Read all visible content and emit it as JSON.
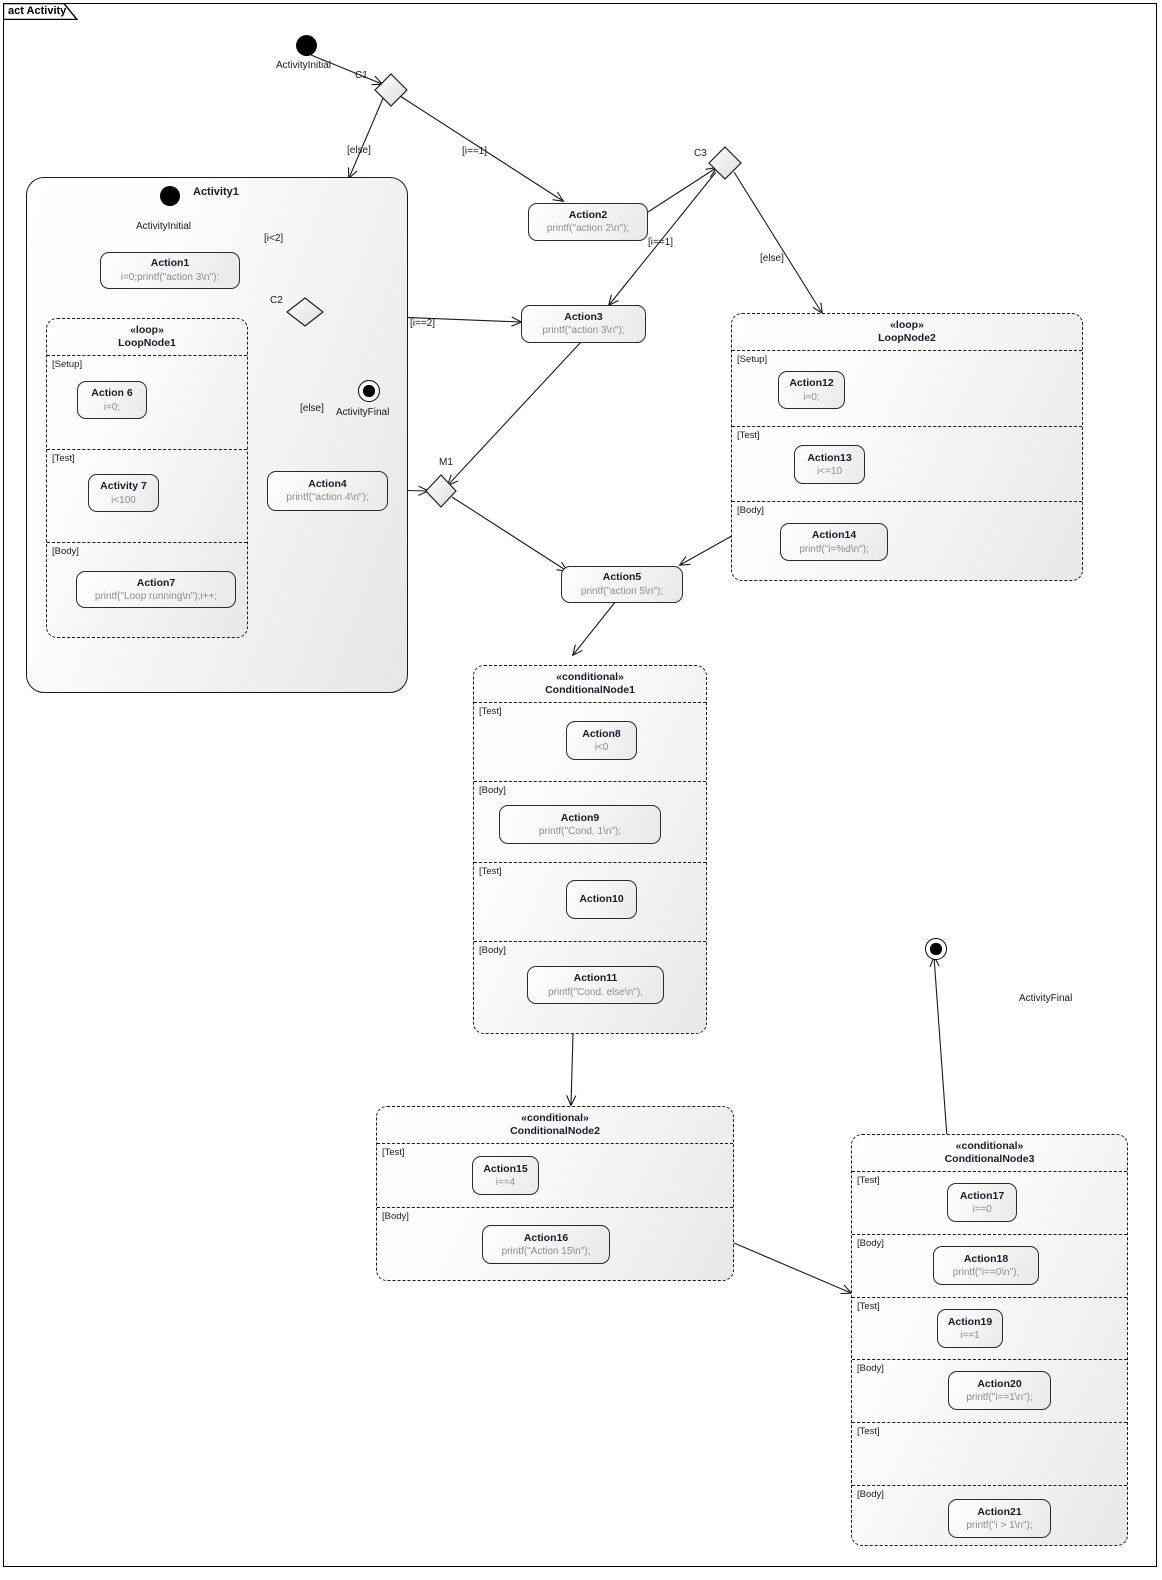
{
  "frame": {
    "title": "act Activity"
  },
  "diagram": {
    "type": "uml-activity-diagram",
    "containers": {
      "activity1": {
        "label": "Activity1"
      }
    },
    "initial_nodes": [
      {
        "id": "init-top",
        "label": "ActivityInitial"
      },
      {
        "id": "init-act1",
        "label": "ActivityInitial"
      }
    ],
    "final_nodes": [
      {
        "id": "final-act1",
        "label": "ActivityFinal"
      },
      {
        "id": "final-right",
        "label": "ActivityFinal"
      }
    ],
    "decisions": [
      {
        "id": "C1",
        "label": "C1"
      },
      {
        "id": "C2",
        "label": "C2"
      },
      {
        "id": "C3",
        "label": "C3"
      },
      {
        "id": "M1",
        "label": "M1"
      }
    ],
    "actions": [
      {
        "id": "Action1",
        "name": "Action1",
        "body": "i=0;printf(\"action 3\\n\");"
      },
      {
        "id": "Action2",
        "name": "Action2",
        "body": "printf(\"action 2\\n\");"
      },
      {
        "id": "Action3",
        "name": "Action3",
        "body": "printf(\"action 3\\n\");"
      },
      {
        "id": "Action4",
        "name": "Action4",
        "body": "printf(\"action 4\\n\");"
      },
      {
        "id": "Action5",
        "name": "Action5",
        "body": "printf(\"action 5\\n\");"
      },
      {
        "id": "Action6",
        "name": "Action 6",
        "body": "i=0;"
      },
      {
        "id": "Activity7",
        "name": "Activity 7",
        "body": "i<100"
      },
      {
        "id": "Action7",
        "name": "Action7",
        "body": "printf(\"Loop running\\n\");i++;"
      },
      {
        "id": "Action8",
        "name": "Action8",
        "body": "i<0"
      },
      {
        "id": "Action9",
        "name": "Action9",
        "body": "printf(\"Cond. 1\\n\");"
      },
      {
        "id": "Action10",
        "name": "Action10",
        "body": ""
      },
      {
        "id": "Action11",
        "name": "Action11",
        "body": "printf(\"Cond. else\\n\");"
      },
      {
        "id": "Action12",
        "name": "Action12",
        "body": "i=0;"
      },
      {
        "id": "Action13",
        "name": "Action13",
        "body": "i<=10"
      },
      {
        "id": "Action14",
        "name": "Action14",
        "body": "printf(\"i=%d\\n\");"
      },
      {
        "id": "Action15",
        "name": "Action15",
        "body": "i==4"
      },
      {
        "id": "Action16",
        "name": "Action16",
        "body": "printf(\"Action 15\\n\");"
      },
      {
        "id": "Action17",
        "name": "Action17",
        "body": "i==0"
      },
      {
        "id": "Action18",
        "name": "Action18",
        "body": "printf(\"i==0\\n\");"
      },
      {
        "id": "Action19",
        "name": "Action19",
        "body": "i==1"
      },
      {
        "id": "Action20",
        "name": "Action20",
        "body": "printf(\"i==1\\n\");"
      },
      {
        "id": "Action21",
        "name": "Action21",
        "body": "printf(\"i > 1\\n\");"
      }
    ],
    "structured_nodes": [
      {
        "id": "LoopNode1",
        "stereotype": "«loop»",
        "name": "LoopNode1",
        "sections": [
          "[Setup]",
          "[Test]",
          "[Body]"
        ]
      },
      {
        "id": "LoopNode2",
        "stereotype": "«loop»",
        "name": "LoopNode2",
        "sections": [
          "[Setup]",
          "[Test]",
          "[Body]"
        ]
      },
      {
        "id": "ConditionalNode1",
        "stereotype": "«conditional»",
        "name": "ConditionalNode1",
        "sections": [
          "[Test]",
          "[Body]",
          "[Test]",
          "[Body]"
        ]
      },
      {
        "id": "ConditionalNode2",
        "stereotype": "«conditional»",
        "name": "ConditionalNode2",
        "sections": [
          "[Test]",
          "[Body]"
        ]
      },
      {
        "id": "ConditionalNode3",
        "stereotype": "«conditional»",
        "name": "ConditionalNode3",
        "sections": [
          "[Test]",
          "[Body]",
          "[Test]",
          "[Body]",
          "[Test]",
          "[Body]"
        ]
      }
    ],
    "edge_guards": [
      {
        "id": "g-c1-else",
        "text": "[else]"
      },
      {
        "id": "g-c1-i1",
        "text": "[i==1]"
      },
      {
        "id": "g-c3-i1",
        "text": "[i==1]"
      },
      {
        "id": "g-c3-else",
        "text": "[else]"
      },
      {
        "id": "g-c2-i2",
        "text": "[i==2]"
      },
      {
        "id": "g-c2-else",
        "text": "[else]"
      },
      {
        "id": "g-c2-lt2",
        "text": "[i<2]"
      }
    ]
  },
  "colors": {
    "stroke": "#1a1a1a",
    "node_fill_light": "#ffffff",
    "node_fill_dark": "#e6e6e6",
    "body_text": "#8d8d8d",
    "name_text": "#1a1a2e"
  }
}
